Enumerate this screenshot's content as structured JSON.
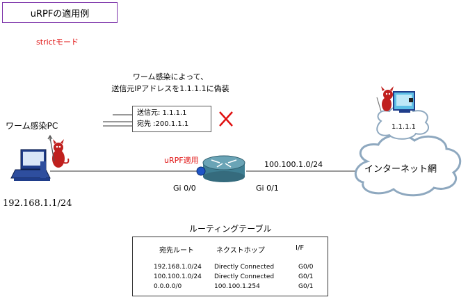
{
  "title": "uRPFの適用例",
  "mode": "strictモード",
  "spoof_note": [
    "ワーム感染によって、",
    "送信元IPアドレスを1.1.1.1に偽装"
  ],
  "packet": {
    "src": "送信元: 1.1.1.1",
    "dst": "宛先 :200.1.1.1"
  },
  "host": {
    "label": "ワーム感染PC",
    "ip": "192.168.1.1/24"
  },
  "router": {
    "urpf_label": "uRPF適用",
    "if_left": "Gi 0/0",
    "if_right": "Gi 0/1"
  },
  "uplink_net": "100.100.1.0/24",
  "internet": {
    "label": "インターネット網",
    "attacker_ip": "1.1.1.1"
  },
  "routing_table": {
    "title": "ルーティングテーブル",
    "headers": [
      "宛先ルート",
      "ネクストホップ",
      "I/F"
    ],
    "rows": [
      [
        "192.168.1.0/24",
        "Directly Connected",
        "G0/0"
      ],
      [
        "100.100.1.0/24",
        "Directly Connected",
        "G0/1"
      ],
      [
        "0.0.0.0/0",
        "100.100.1.254",
        "G0/1"
      ]
    ]
  },
  "colors": {
    "accent_red": "#e01010",
    "title_border": "#7a2fa8",
    "router": "#3f7f93"
  },
  "icons": [
    "pc-icon",
    "devil-icon",
    "router-icon",
    "cloud-icon",
    "attacker-monitor-icon",
    "cross-icon"
  ]
}
